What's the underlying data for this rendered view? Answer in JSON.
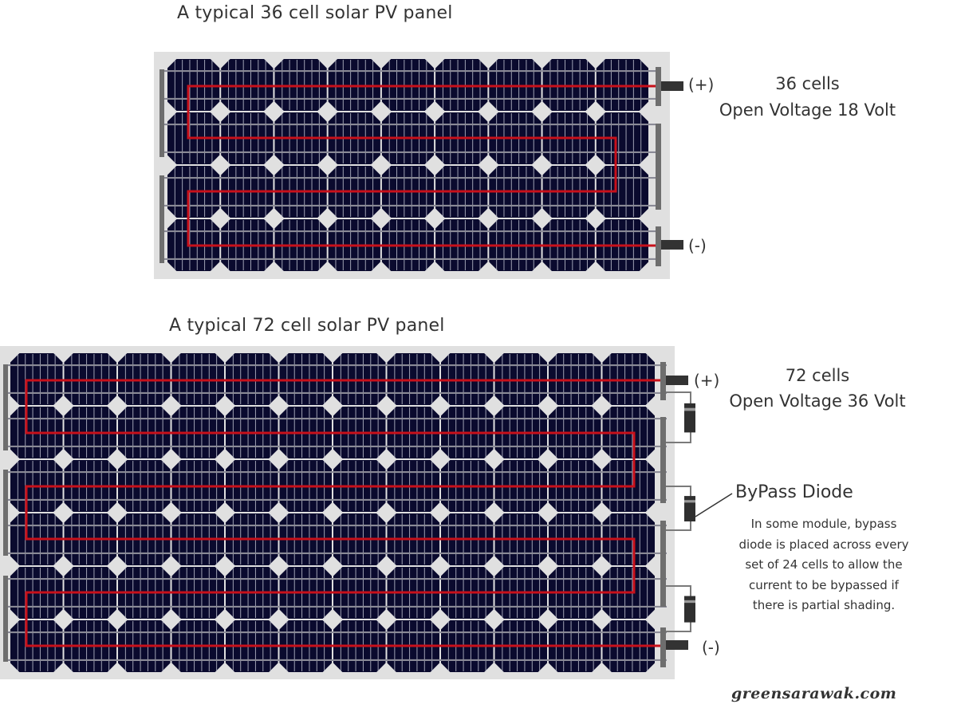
{
  "colors": {
    "background": "#ffffff",
    "frame": "#e0e0e0",
    "cell": "#0a0a2e",
    "finger": "#b9bccb",
    "busbar": "#8a8a96",
    "gap": "#eeeeee",
    "wire": "#c8101a",
    "terminal_bar": "#6e6e6e",
    "terminal_lead": "#333333",
    "diode_body": "#2f2f2f",
    "diode_band": "#9a9a9a",
    "text": "#333333"
  },
  "panel36": {
    "title": "A typical 36 cell solar PV panel",
    "cells_label": "36 cells",
    "voltage_label": "Open Voltage 18 Volt",
    "positive_label": "(+)",
    "negative_label": "(-)",
    "columns": 9,
    "rows": 4,
    "total_cells": 36,
    "open_voltage_v": 18
  },
  "panel72": {
    "title": "A typical 72 cell solar PV panel",
    "cells_label": "72 cells",
    "voltage_label": "Open Voltage 36 Volt",
    "positive_label": "(+)",
    "negative_label": "(-)",
    "columns": 12,
    "rows": 6,
    "total_cells": 72,
    "open_voltage_v": 36,
    "bypass_diodes": 3
  },
  "bypass": {
    "title": "ByPass Diode",
    "description_lines": [
      "In some module, bypass",
      "diode is placed across every",
      "set of 24 cells to allow the",
      "current to be bypassed if",
      "there is partial shading."
    ]
  },
  "watermark": "greensarawak.com"
}
